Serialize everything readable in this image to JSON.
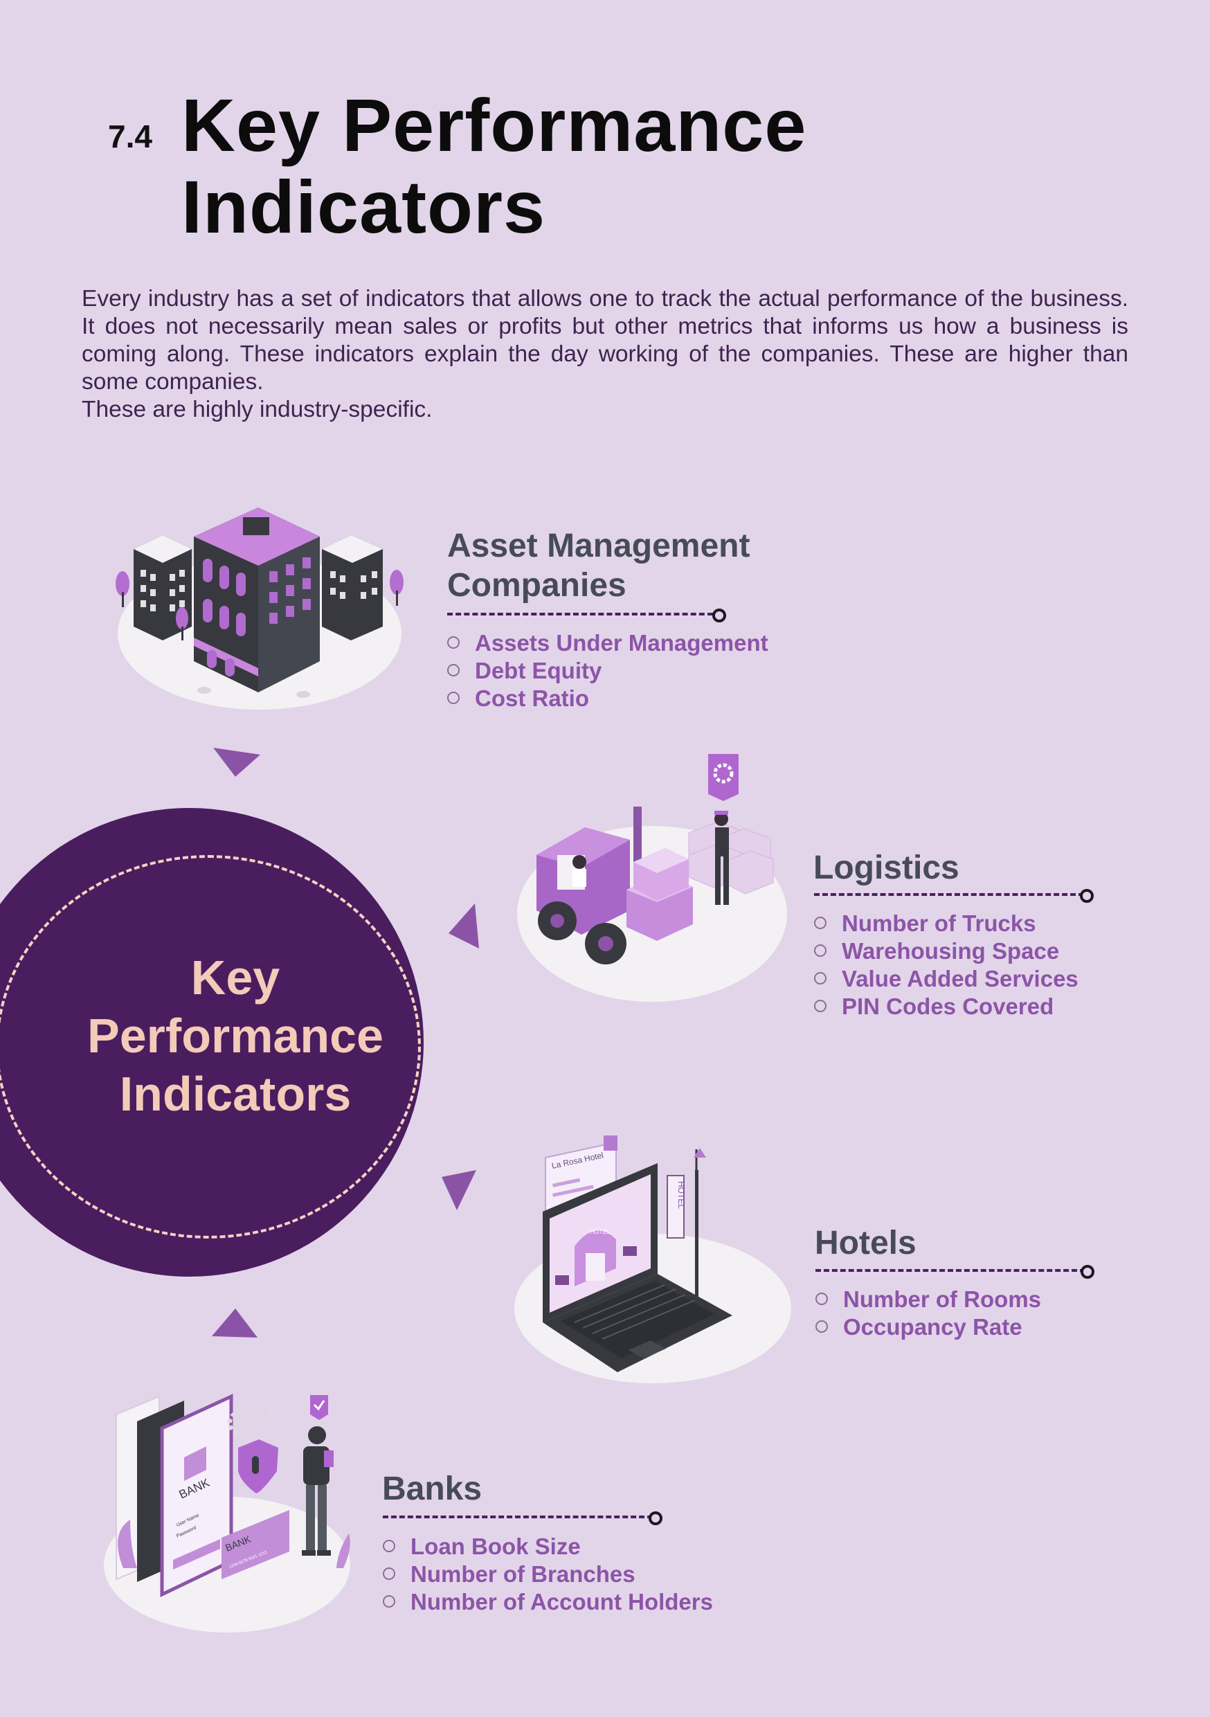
{
  "header": {
    "section_number": "7.4",
    "title_line1": "Key Performance",
    "title_line2": "Indicators"
  },
  "intro": {
    "paragraph": "Every industry has a set of indicators that allows one to track the actual performance of the business. It does not necessarily mean sales or profits but other metrics that informs us how a business is coming along. These indicators explain the day working of the companies. These are higher than some companies.",
    "line2": "These are highly industry-specific."
  },
  "hub": {
    "line1": "Key",
    "line2": "Performance",
    "line3": "Indicators"
  },
  "sections": [
    {
      "title_line1": "Asset Management",
      "title_line2": "Companies",
      "items": [
        "Assets Under Management",
        "Debt Equity",
        "Cost Ratio"
      ]
    },
    {
      "title": "Logistics",
      "items": [
        "Number of Trucks",
        "Warehousing Space",
        "Value Added Services",
        "PIN Codes Covered"
      ]
    },
    {
      "title": "Hotels",
      "items": [
        "Number of Rooms",
        "Occupancy Rate"
      ]
    },
    {
      "title": "Banks",
      "items": [
        "Loan Book Size",
        "Number of Branches",
        "Number of Account Holders"
      ]
    }
  ],
  "illustrations": {
    "hotel_card_title": "La Rosa Hotel",
    "hotel_sign": "HOTEL",
    "hotel_awning": "HOTEL",
    "bank_phone": "BANK",
    "bank_card": "BANK",
    "bank_card_number": "1234 5678 9101 1213",
    "bank_field_user": "User Name",
    "bank_field_pass": "Password"
  },
  "colors": {
    "background": "#e2d5e9",
    "hub": "#4a1d5f",
    "hub_text": "#f3cbb8",
    "accent": "#8c54a8",
    "heading": "#474b57",
    "dark": "#37393f"
  },
  "icons": [
    "office-buildings-illustration",
    "forklift-warehouse-illustration",
    "hotel-laptop-illustration",
    "mobile-banking-illustration",
    "triangle-arrow-icon",
    "gear-icon",
    "shield-icon",
    "checkmark-icon"
  ]
}
